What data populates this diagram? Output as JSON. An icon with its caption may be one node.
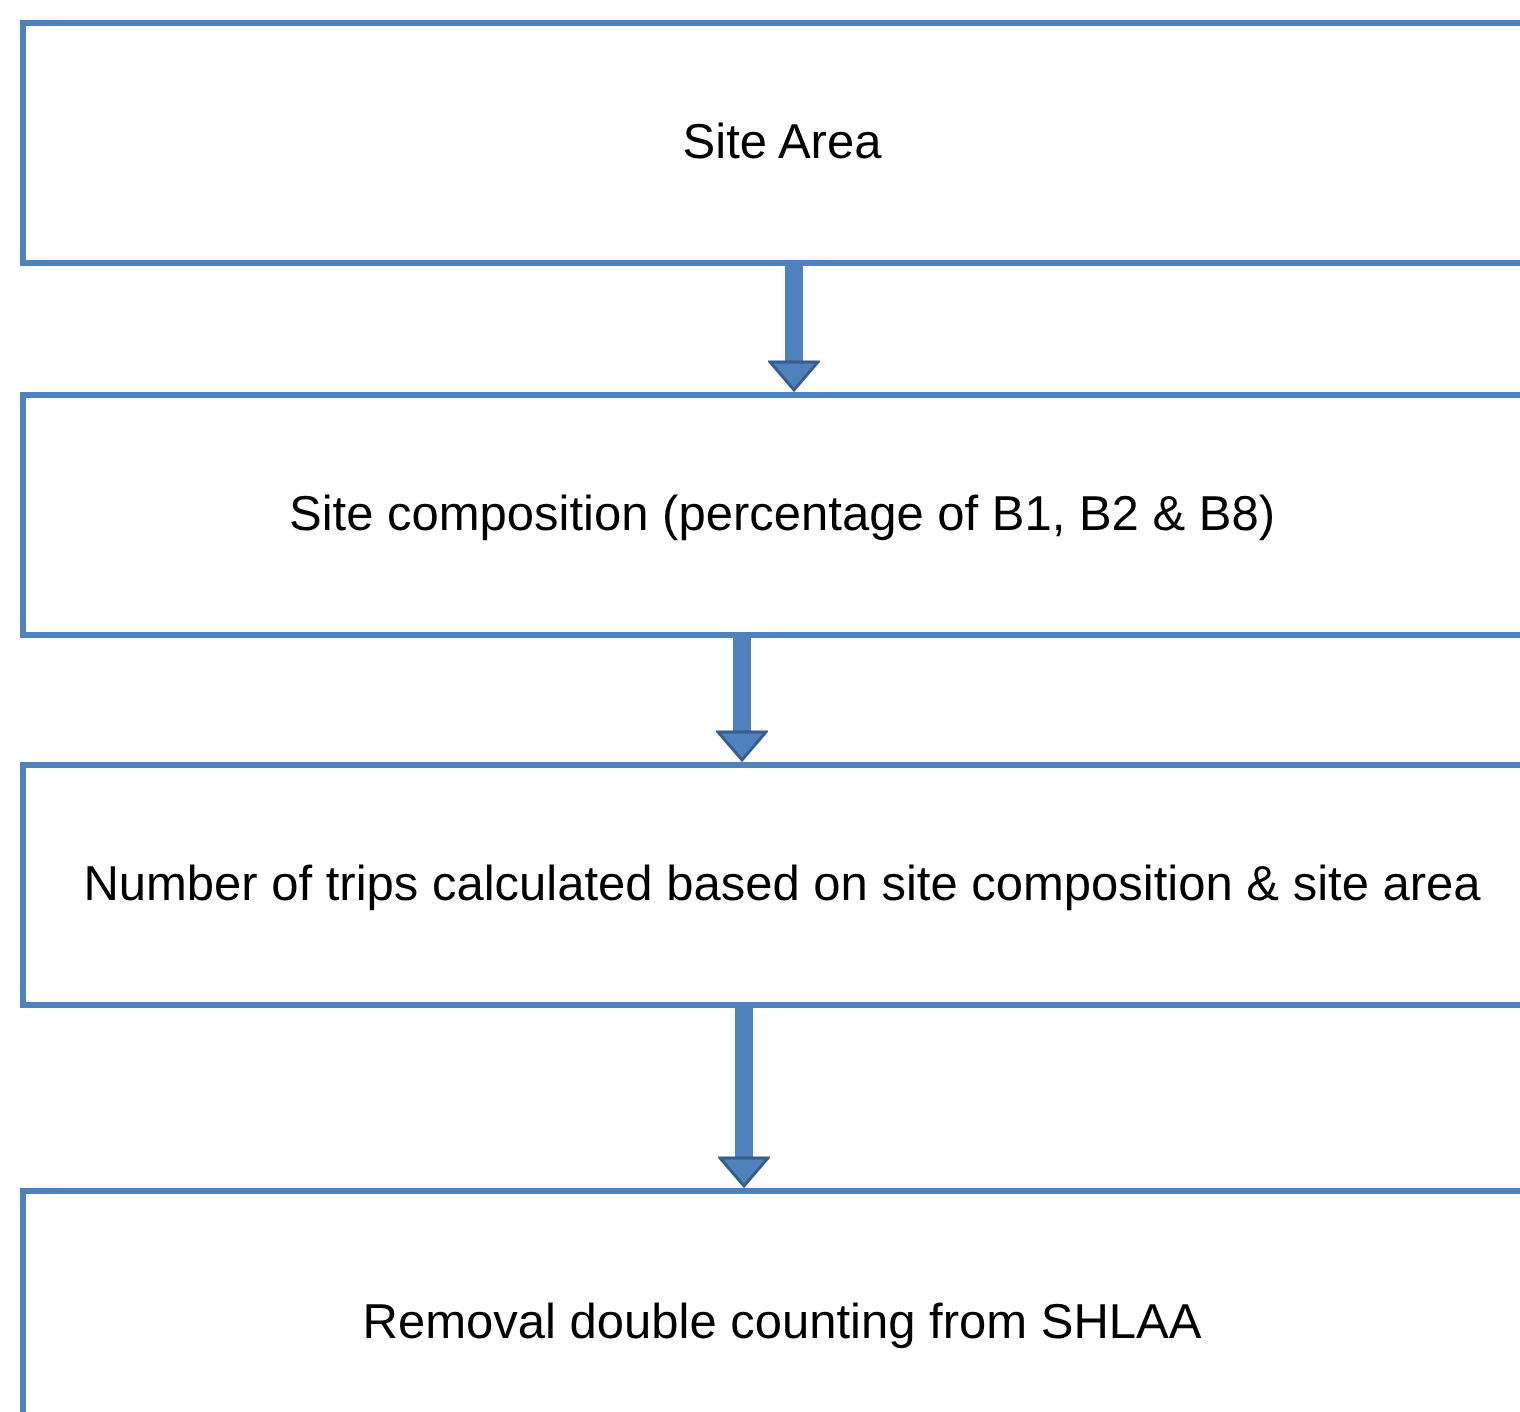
{
  "diagram": {
    "nodes": [
      {
        "text": [
          "Site Area"
        ]
      },
      {
        "text": [
          "Site composition (percentage of B1, B2 & B8)"
        ]
      },
      {
        "text": [
          "Number of trips calculated based on site composition & site area"
        ]
      },
      {
        "text": [
          "Removal double counting from SHLAA"
        ]
      }
    ],
    "edges": [
      {
        "from": 0,
        "to": 1,
        "arrow": "to"
      },
      {
        "from": 1,
        "to": 2,
        "arrow": "to"
      },
      {
        "from": 2,
        "to": 3,
        "arrow": "to"
      }
    ]
  }
}
